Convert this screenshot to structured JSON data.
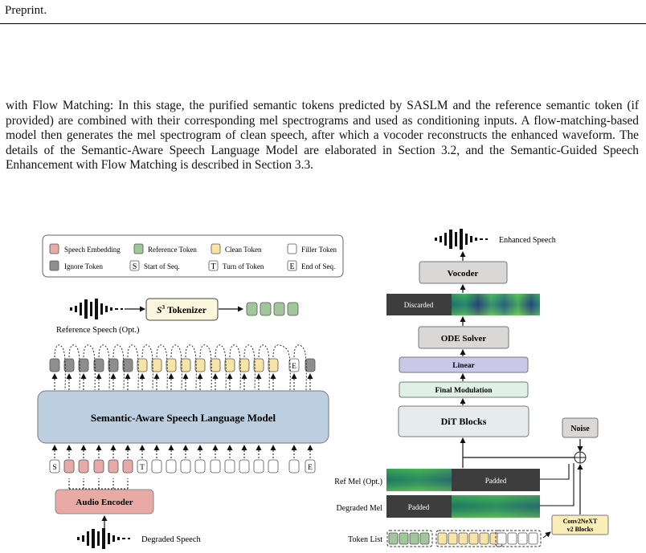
{
  "header": {
    "text": "Preprint."
  },
  "paragraph": {
    "text": "with Flow Matching: In this stage, the purified semantic tokens predicted by SASLM and the reference semantic token (if provided) are combined with their corresponding mel spectrograms and used as conditioning inputs. A flow-matching-based model then generates the mel spectrogram of clean speech, after which a vocoder reconstructs the enhanced waveform. The details of the Semantic-Aware Speech Language Model are elaborated in Section 3.2, and the Semantic-Guided Speech Enhancement with Flow Matching is described in Section 3.3."
  },
  "legend": {
    "speech_embedding": "Speech Embedding",
    "reference_token": "Reference Token",
    "clean_token": "Clean Token",
    "filler_token": "Filler Token",
    "ignore_token": "Ignore Token",
    "start_seq": "Start of Seq.",
    "turn_token": "Turn of Token",
    "end_seq": "End of Seq.",
    "glyph_s": "S",
    "glyph_t": "T",
    "glyph_e": "E"
  },
  "left": {
    "tokenizer_sup": "3",
    "tokenizer_label": "Tokenizer",
    "tokenizer_s": "S",
    "reference_speech": "Reference Speech (Opt.)",
    "language_model": "Semantic-Aware Speech Language Model",
    "audio_encoder": "Audio Encoder",
    "degraded_speech": "Degraded Speech"
  },
  "right": {
    "enhanced_speech": "Enhanced Speech",
    "vocoder": "Vocoder",
    "discarded": "Discarded",
    "ode_solver": "ODE Solver",
    "linear": "Linear",
    "final_modulation": "Final Modulation",
    "dit_blocks": "DiT Blocks",
    "noise": "Noise",
    "ref_mel": "Ref Mel (Opt.)",
    "padded_ref": "Padded",
    "degraded_mel": "Degraded Mel",
    "padded_deg": "Padded",
    "token_list": "Token List",
    "conv_line1": "Conv2NeXT",
    "conv_line2": "v2 Blocks"
  },
  "colors": {
    "speech_embedding": "#e8aaa6",
    "reference_token": "#9fc79a",
    "clean_token": "#f7e4a6",
    "ignore_token": "#8e8e8e",
    "lm_fill": "#bccfe0",
    "encoder_fill": "#e9aaa5",
    "vocoder_fill": "#dad7d7",
    "linear_fill": "#c9c8e8",
    "final_mod_fill": "#dff0e6",
    "dit_fill": "#e6ecee",
    "conv_fill": "#fbeeb8",
    "dark_box": "#3d3d3d"
  }
}
